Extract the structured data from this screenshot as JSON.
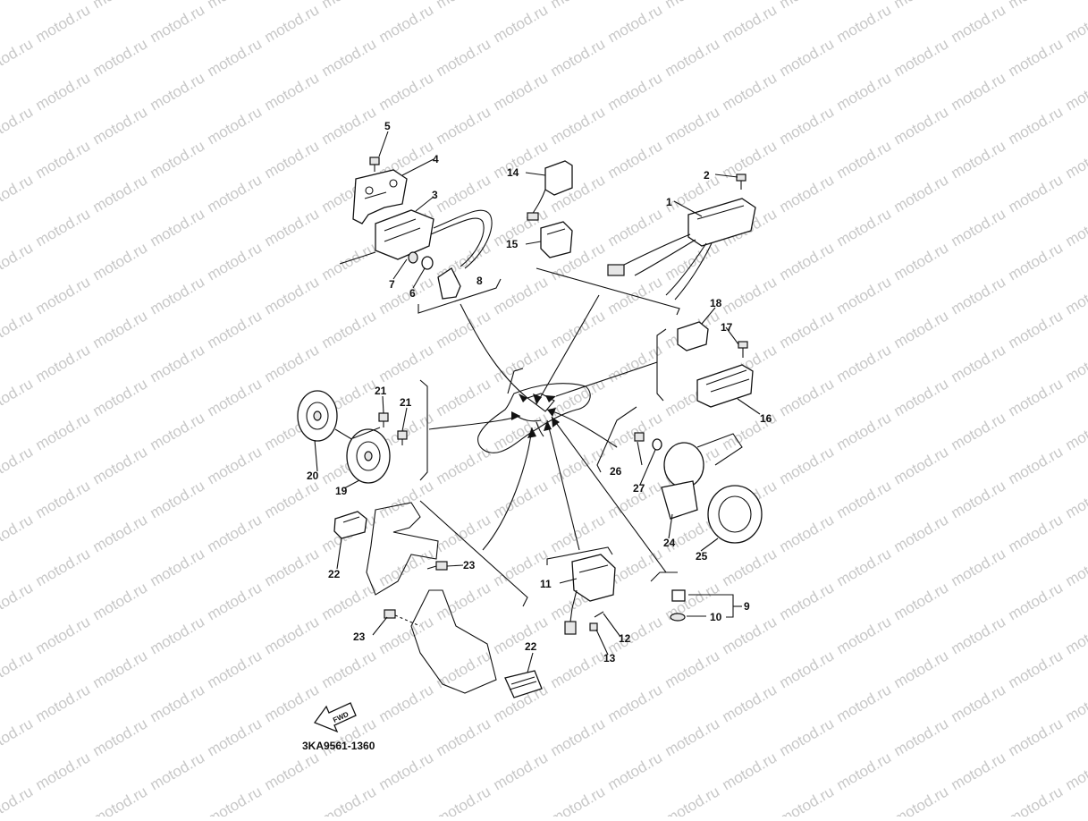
{
  "watermark": "motod.ru",
  "diagram_code": "3KA9561-1360",
  "fwd_label": "FWD",
  "callouts": {
    "c1": "1",
    "c2": "2",
    "c3": "3",
    "c4": "4",
    "c5": "5",
    "c6": "6",
    "c7": "7",
    "c8": "8",
    "c9": "9",
    "c10": "10",
    "c11": "11",
    "c12": "12",
    "c13": "13",
    "c14": "14",
    "c15": "15",
    "c16": "16",
    "c17": "17",
    "c18": "18",
    "c19": "19",
    "c20": "20",
    "c21a": "21",
    "c21b": "21",
    "c22a": "22",
    "c22b": "22",
    "c23a": "23",
    "c23b": "23",
    "c24": "24",
    "c25": "25",
    "c26": "26",
    "c27": "27"
  }
}
